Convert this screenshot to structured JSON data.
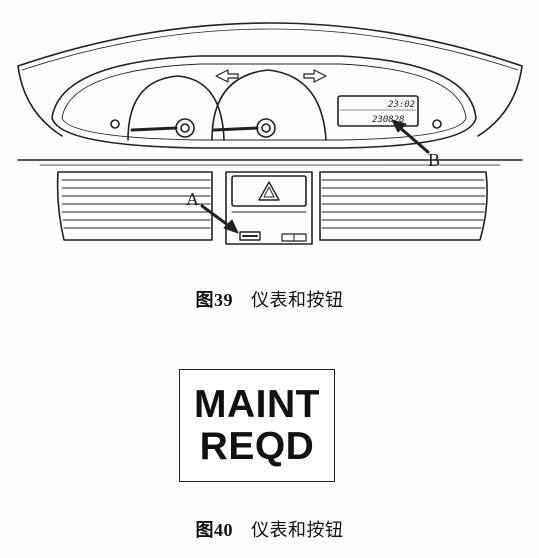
{
  "figure1": {
    "label_a": "A",
    "label_b": "B",
    "display_line1": "23:02",
    "display_line2": "230828",
    "caption_number": "图39",
    "caption_text": "仪表和按钮"
  },
  "figure2": {
    "line1": "MAINT",
    "line2": "REQD",
    "caption_number": "图40",
    "caption_text": "仪表和按钮"
  }
}
